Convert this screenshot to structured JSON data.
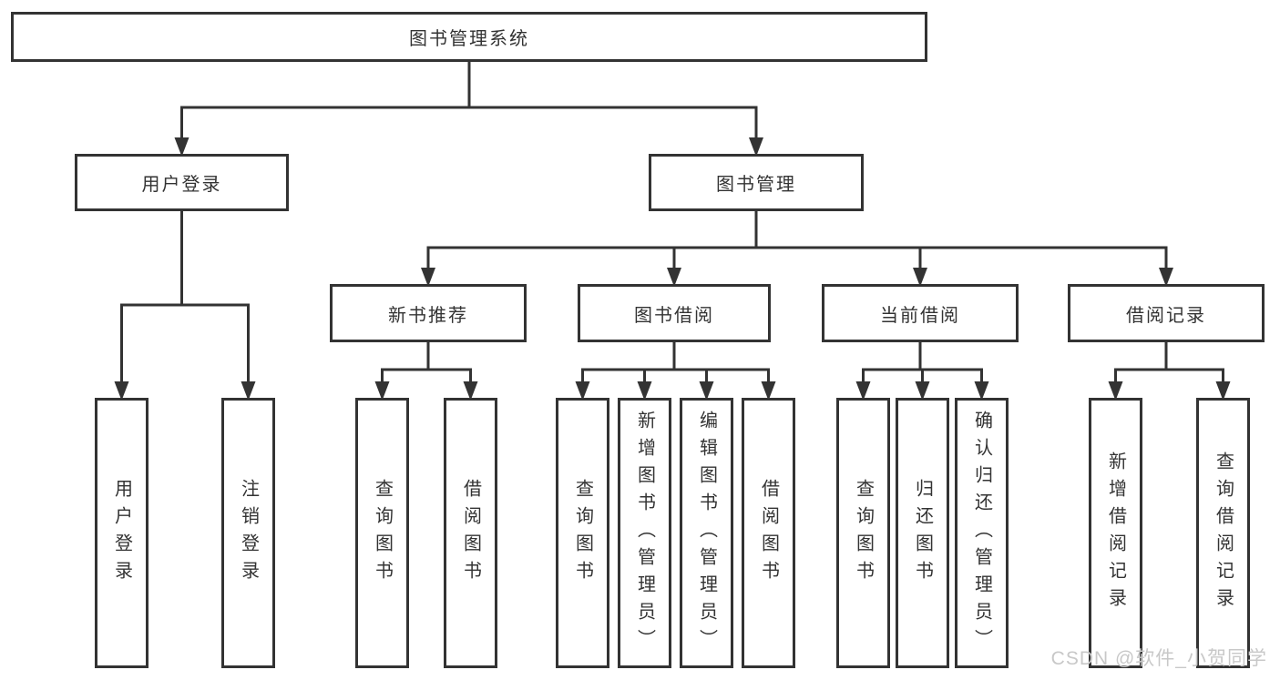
{
  "root": {
    "label": "图书管理系统"
  },
  "level2": [
    {
      "label": "用户登录"
    },
    {
      "label": "图书管理"
    }
  ],
  "level3": [
    {
      "label": "新书推荐"
    },
    {
      "label": "图书借阅"
    },
    {
      "label": "当前借阅"
    },
    {
      "label": "借阅记录"
    }
  ],
  "leaves": [
    {
      "label": "用户登录"
    },
    {
      "label": "注销登录"
    },
    {
      "label": "查询图书"
    },
    {
      "label": "借阅图书"
    },
    {
      "label": "查询图书"
    },
    {
      "label": "新增图书（管理员）"
    },
    {
      "label": "编辑图书（管理员）"
    },
    {
      "label": "借阅图书"
    },
    {
      "label": "查询图书"
    },
    {
      "label": "归还图书"
    },
    {
      "label": "确认归还（管理员）"
    },
    {
      "label": "新增借阅记录"
    },
    {
      "label": "查询借阅记录"
    }
  ],
  "watermark": {
    "text": "CSDN @软件_小贺同学"
  },
  "colors": {
    "line": "#333333",
    "background": "#ffffff",
    "watermark": "#c8c8c8"
  }
}
